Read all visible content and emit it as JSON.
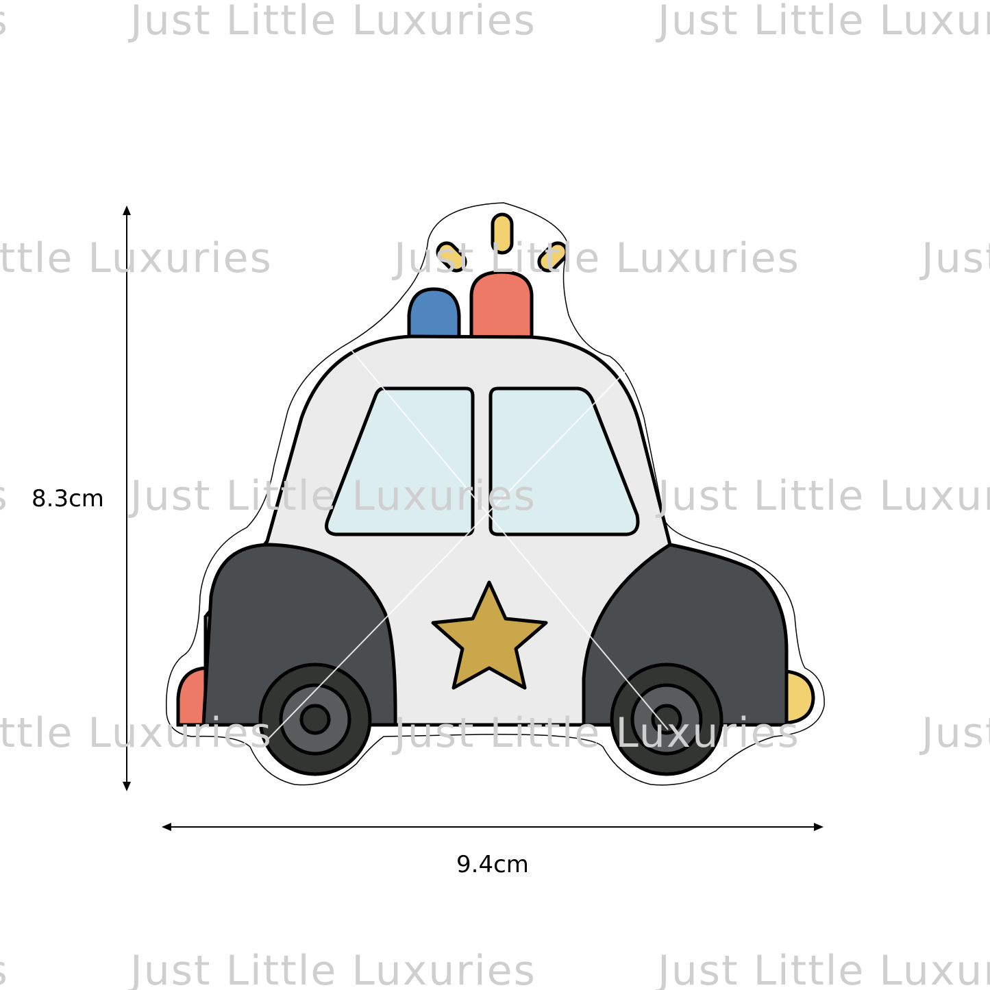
{
  "watermark": {
    "text": "Just Little Luxuries"
  },
  "dimensions": {
    "height_label": "8.3cm",
    "width_label": "9.4cm"
  },
  "colors": {
    "body": "#ebebeb",
    "fender": "#4a4d50",
    "window": "#dcedf0",
    "star": "#c9a74a",
    "blue_light": "#4f86c0",
    "red_light": "#ec7a66",
    "yellow_light": "#f1d170",
    "tire": "#333532",
    "rim": "#5a5b5d"
  }
}
